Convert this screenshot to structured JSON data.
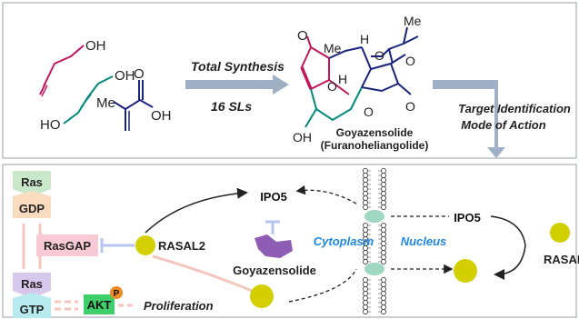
{
  "synthesis": {
    "sm_oh_top": "OH",
    "sm_oh_mid": "OH",
    "sm_ho_bottom": "HO",
    "sm_me": "Me",
    "sm_acid_oh": "OH",
    "sm_acid_o": "O",
    "arrow_label_top": "Total Synthesis",
    "arrow_label_bottom": "16 SLs"
  },
  "product": {
    "name": "Goyazensolide",
    "alt_name": "(Furanoheliangolide)",
    "atom_o_ketone": "O",
    "atom_me": "Me",
    "atom_h_top": "H",
    "atom_me_ester": "Me",
    "atom_o_ester": "O",
    "atom_o_carbonyl": "O",
    "atom_o_ring": "O",
    "atom_h_mid": "H",
    "atom_o_lactone": "O",
    "atom_o_lactone_co": "O",
    "atom_oh": "OH"
  },
  "target": {
    "line1": "Target Identification",
    "line2": "Mode of Action"
  },
  "pathway": {
    "ras_top": "Ras",
    "gdp": "GDP",
    "ras_bottom": "Ras",
    "gtp": "GTP",
    "rasgap": "RasGAP",
    "rasal2_left": "RASAL2",
    "akt": "AKT",
    "p": "P",
    "proliferation": "Proliferation",
    "ipo5_left": "IPO5",
    "ipo5_right": "IPO5",
    "goyazensolide": "Goyazensolide",
    "cytoplasm": "Cytoplasm",
    "nucleus": "Nucleus",
    "rasal2_right": "RASAL"
  },
  "colors": {
    "magenta": "#c2185b",
    "navy": "#1a237e",
    "teal": "#00897b",
    "blue_label": "#1e88e5",
    "orange": "#f08a24",
    "yellow": "#d4cf00",
    "arrow_gray": "#9fb0c4",
    "pink_box": "#f9c9d6",
    "purple": "#8e5bb5"
  }
}
